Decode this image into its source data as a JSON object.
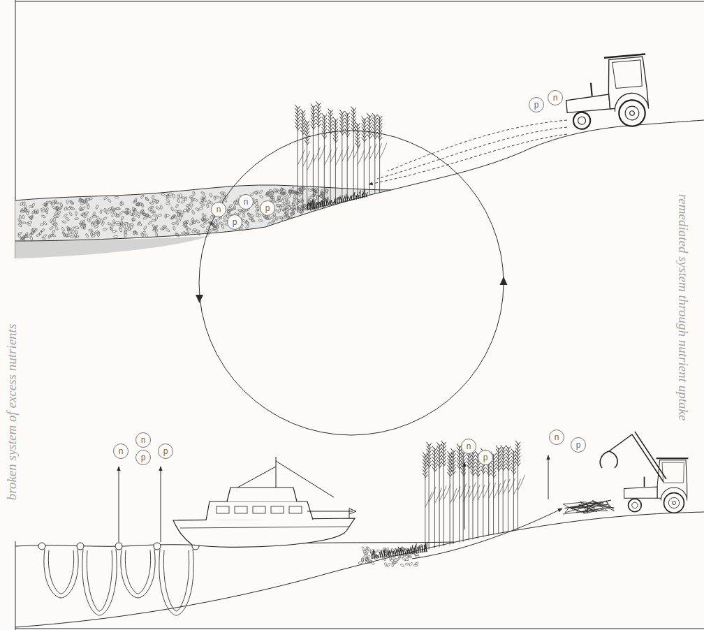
{
  "diagram": {
    "nodes": [
      {
        "text": [
          "p"
        ]
      },
      {
        "text": [
          "n"
        ]
      },
      {
        "text": [
          "n"
        ]
      },
      {
        "text": [
          "n"
        ]
      },
      {
        "text": [
          "p"
        ]
      },
      {
        "text": [
          "p"
        ]
      },
      {
        "text": [
          "n"
        ]
      },
      {
        "text": [
          "n"
        ]
      },
      {
        "text": [
          "p"
        ]
      },
      {
        "text": [
          "p"
        ]
      },
      {
        "text": [
          "n"
        ]
      },
      {
        "text": [
          "p"
        ]
      },
      {
        "text": [
          "n"
        ]
      },
      {
        "text": [
          "p"
        ]
      }
    ],
    "labels": [
      "broken system of excess nutrients",
      "remediated system through nutrient uptake"
    ]
  }
}
